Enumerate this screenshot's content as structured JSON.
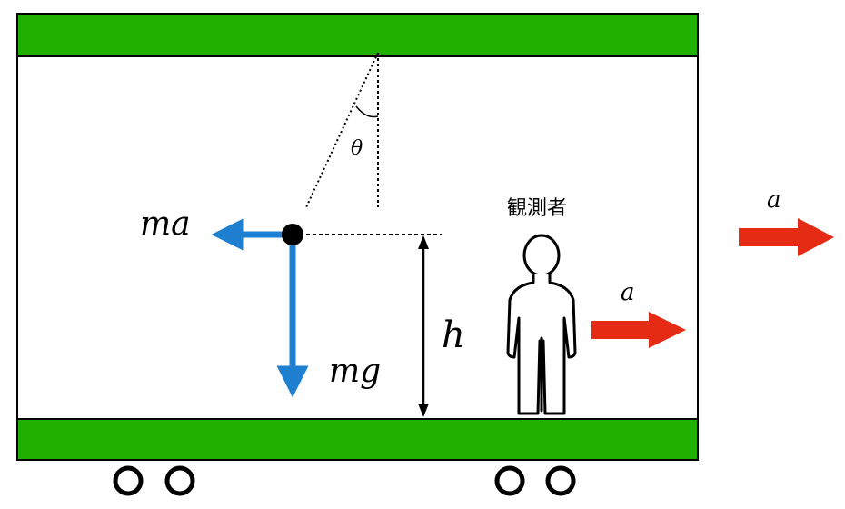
{
  "labels": {
    "ma": "ma",
    "mg": "mg",
    "theta": "θ",
    "h": "h",
    "observer": "観測者",
    "accel_inside": "a",
    "accel_outside": "a"
  },
  "colors": {
    "floor_ceiling": "#22b000",
    "force_arrow": "#1f7fd1",
    "accel_arrow": "#e52b14",
    "outline": "#000000"
  },
  "icons": {
    "observer": "person-outline-icon",
    "wheel": "wheel-circle-icon"
  }
}
